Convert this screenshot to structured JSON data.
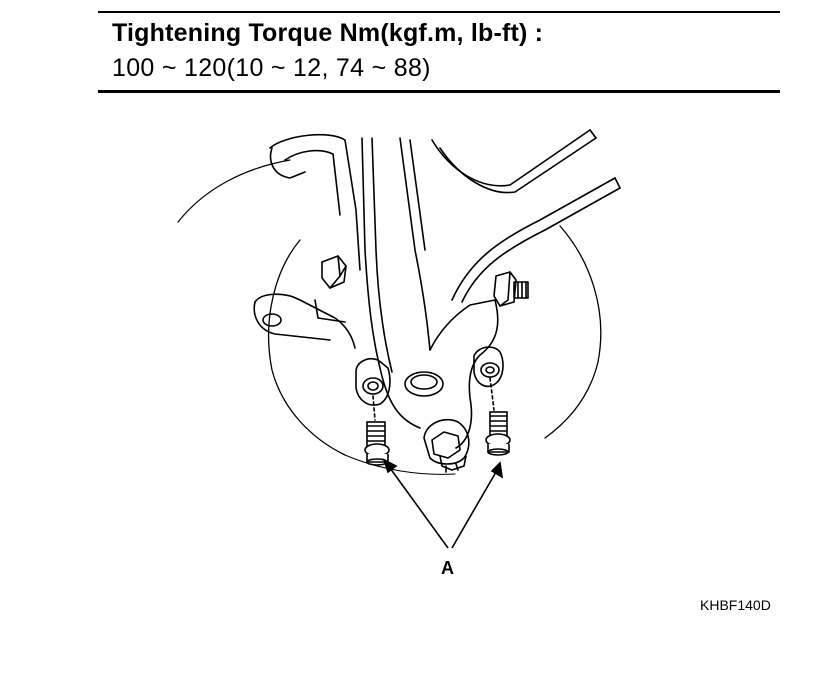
{
  "spec": {
    "title": "Tightening Torque Nm(kgf.m, lb-ft) :",
    "value": "100 ~ 120(10 ~ 12, 74 ~ 88)"
  },
  "figure": {
    "callout_label": "A",
    "code": "KHBF140D"
  }
}
